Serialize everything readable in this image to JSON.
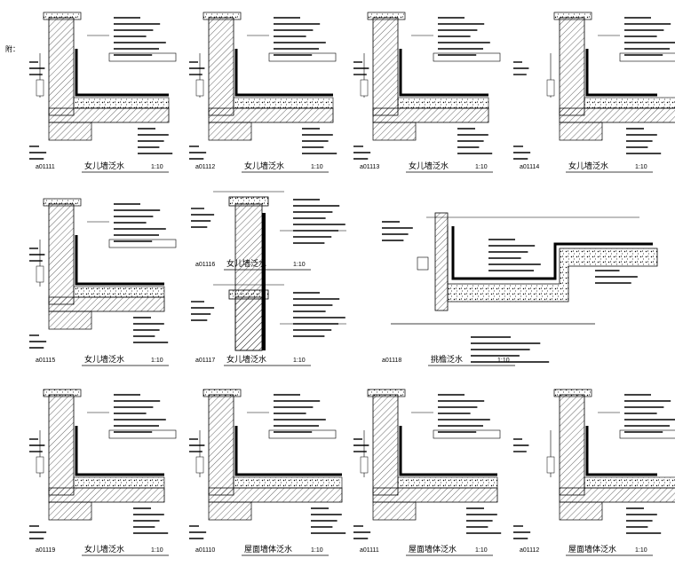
{
  "sheet": {
    "corner_note": "附：",
    "details": [
      {
        "code": "a01111",
        "title": "女儿墙泛水",
        "scale": "1:10"
      },
      {
        "code": "a01112",
        "title": "女儿墙泛水",
        "scale": "1:10"
      },
      {
        "code": "a01113",
        "title": "女儿墙泛水",
        "scale": "1:10"
      },
      {
        "code": "a01114",
        "title": "女儿墙泛水",
        "scale": "1:10"
      },
      {
        "code": "a01115",
        "title": "女儿墙泛水",
        "scale": "1:10"
      },
      {
        "code": "a01116",
        "title": "女儿墙泛水",
        "scale": "1:10"
      },
      {
        "code": "a01117",
        "title": "女儿墙泛水",
        "scale": "1:10"
      },
      {
        "code": "a01118",
        "title": "挑檐泛水",
        "scale": "1:10"
      },
      {
        "code": "a01119",
        "title": "女儿墙泛水",
        "scale": "1:10"
      },
      {
        "code": "a01110",
        "title": "屋面墙体泛水",
        "scale": "1:10"
      },
      {
        "code": "a01111",
        "title": "屋面墙体泛水",
        "scale": "1:10"
      },
      {
        "code": "a01112",
        "title": "屋面墙体泛水",
        "scale": "1:10"
      }
    ]
  },
  "colors": {
    "ink": "#000000",
    "paper": "#ffffff",
    "fill": "#e6e6e6"
  }
}
